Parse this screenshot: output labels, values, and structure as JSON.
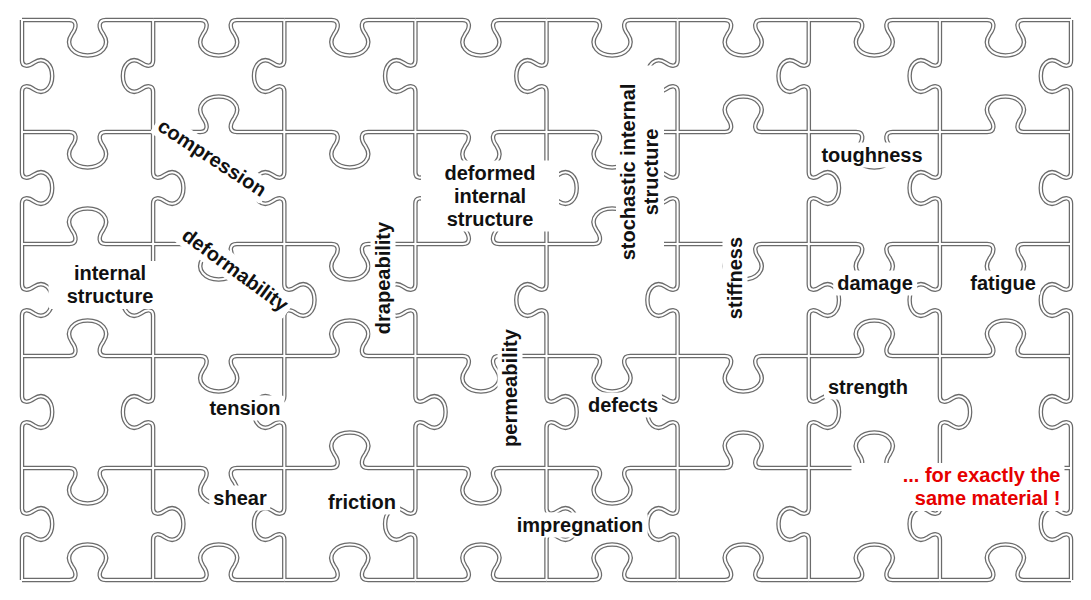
{
  "diagram": {
    "labels": [
      "compression",
      "deformed internal structure",
      "stochastic internal structure",
      "toughness",
      "deformability",
      "internal structure",
      "drapeability",
      "stiffness",
      "damage",
      "fatigue",
      "permeability",
      "tension",
      "defects",
      "strength",
      "shear",
      "friction",
      "impregnation",
      "... for exactly the same material !"
    ]
  }
}
